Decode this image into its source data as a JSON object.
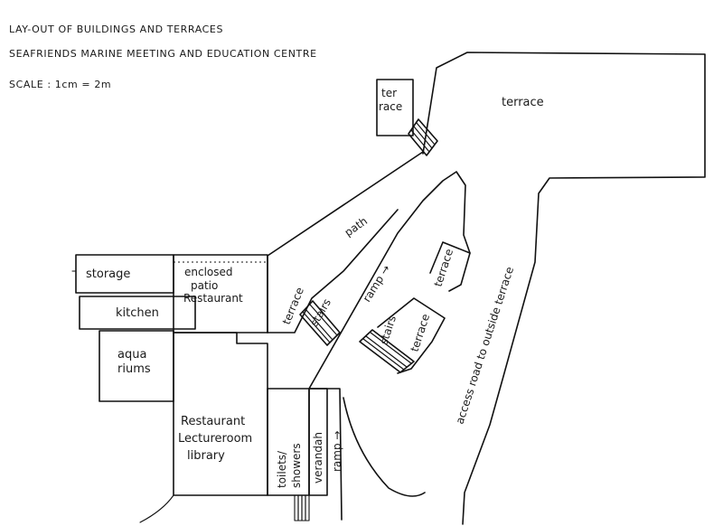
{
  "header": {
    "line1": "LAY-OUT OF BUILDINGS AND TERRACES",
    "line2": "SEAFRIENDS MARINE MEETING AND EDUCATION CENTRE",
    "scale": "SCALE : 1cm = 2m"
  },
  "labels": {
    "terrace_small_1": "ter",
    "terrace_small_2": "race",
    "terrace_top": "terrace",
    "path": "path",
    "storage": "storage",
    "enclosed_1": "enclosed",
    "enclosed_2": "patio",
    "enclosed_3": "Restaurant",
    "kitchen": "kitchen",
    "aquariums_1": "aqua",
    "aquariums_2": "riums",
    "terrace_left": "terrace",
    "stairs_left": "stairs",
    "ramp_mid": "ramp →",
    "stairs_mid": "stairs",
    "terrace_mid": "terrace",
    "terrace_right_small": "terrace",
    "access_road": "access road to outside terrace",
    "restaurant_1": "Restaurant",
    "restaurant_2": "Lectureroom",
    "restaurant_3": "library",
    "toilets_1": "toilets/",
    "toilets_2": "showers",
    "verandah": "verandah",
    "ramp_lower": "ramp →"
  }
}
